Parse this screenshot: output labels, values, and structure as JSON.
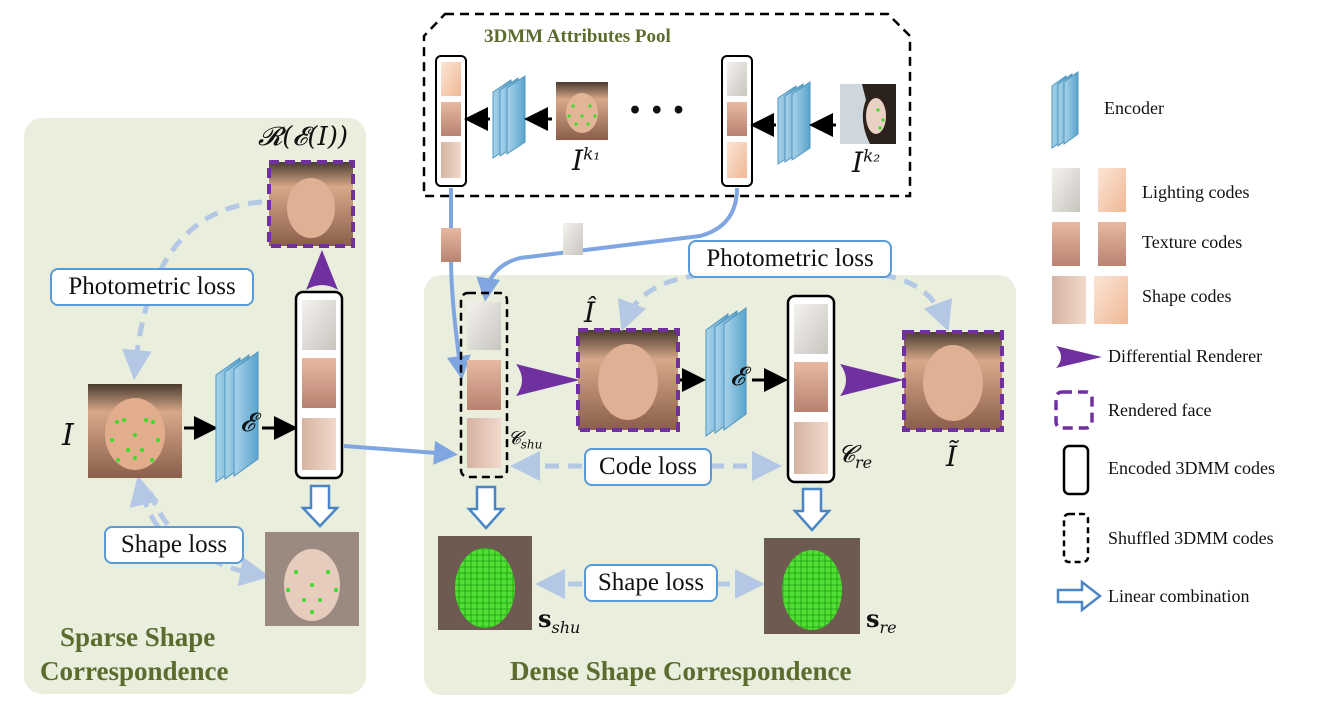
{
  "panels": {
    "sparse_title": [
      "Sparse Shape",
      "Correspondence"
    ],
    "dense_title": "Dense Shape Correspondence",
    "pool_title": "3DMM Attributes Pool"
  },
  "losses": {
    "photometric_left": "Photometric loss",
    "shape_left": "Shape loss",
    "photometric_right": "Photometric loss",
    "code": "Code loss",
    "shape_right": "Shape loss"
  },
  "math": {
    "render_of_encode": "𝓡(𝓔(I))",
    "input_I": "I",
    "encoder_E1": "𝓔",
    "encoder_E2": "𝓔",
    "ik1": "I",
    "ik1_sup": "k₁",
    "ik2": "I",
    "ik2_sup": "k₂",
    "i_hat": "Î",
    "i_tilde": "Ĩ",
    "c_shu": "𝓒",
    "c_shu_sub": "shu",
    "c_re": "𝓒",
    "c_re_sub": "re",
    "s_shu": "s",
    "s_shu_sub": "shu",
    "s_re": "s",
    "s_re_sub": "re",
    "dots": "•  •  •"
  },
  "legend": {
    "encoder": "Encoder",
    "lighting": "Lighting codes",
    "texture": "Texture codes",
    "shape": "Shape codes",
    "renderer": "Differential Renderer",
    "rendered": "Rendered face",
    "encoded": "Encoded 3DMM codes",
    "shuffled": "Shuffled 3DMM codes",
    "linear": "Linear combination"
  },
  "colors": {
    "panel_bg": "#e9eedd",
    "title_green": "#5c6b2e",
    "loss_border": "#5b9bd5",
    "dashed_arrow": "#b4c8e6",
    "encoder_blue": "#8fc4de",
    "renderer_purple": "#7030a0",
    "link_blue": "#7fa6e0"
  }
}
